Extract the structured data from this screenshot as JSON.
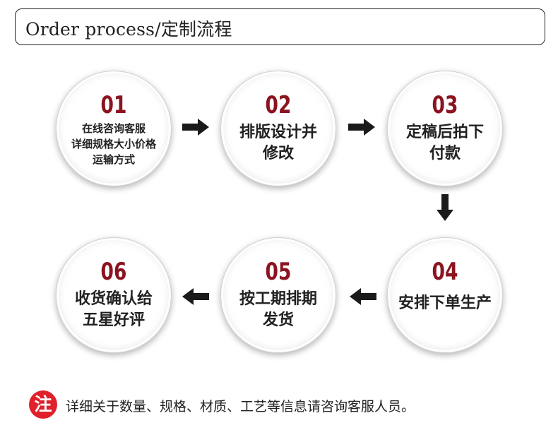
{
  "header": {
    "title": "Order process/定制流程"
  },
  "steps": [
    {
      "number": "01",
      "lines": [
        "在线咨询客服",
        "详细规格大小价格",
        "运输方式"
      ]
    },
    {
      "number": "02",
      "lines": [
        "排版设计并",
        "修改"
      ]
    },
    {
      "number": "03",
      "lines": [
        "定稿后拍下",
        "付款"
      ]
    },
    {
      "number": "04",
      "lines": [
        "安排下单生产"
      ]
    },
    {
      "number": "05",
      "lines": [
        "按工期排期",
        "发货"
      ]
    },
    {
      "number": "06",
      "lines": [
        "收货确认给",
        "五星好评"
      ]
    }
  ],
  "note": {
    "badge": "注",
    "text": "详细关于数量、规格、材质、工艺等信息请咨询客服人员。"
  },
  "colors": {
    "number": "#8b1420",
    "badge": "#e0202a",
    "arrow": "#1a1a1a"
  }
}
